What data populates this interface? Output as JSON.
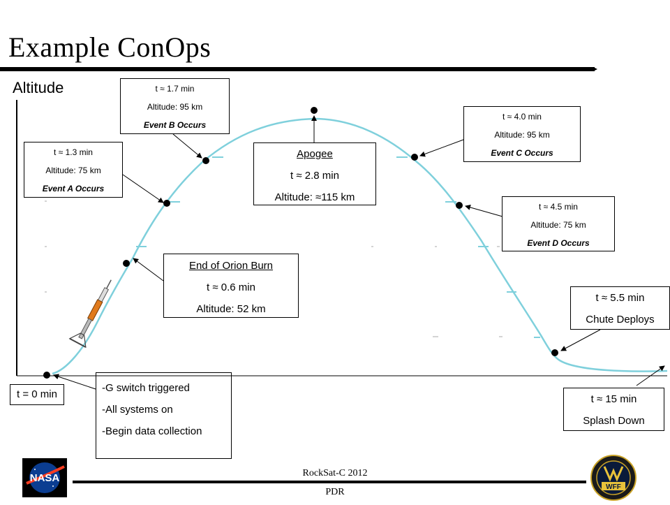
{
  "slide": {
    "title": "Example ConOps",
    "axis_label": "Altitude"
  },
  "events": {
    "launch": {
      "time": "t = 0 min"
    },
    "notes": {
      "lines": [
        "-G switch triggered",
        "-All systems on",
        "-Begin data collection"
      ]
    },
    "burnout": {
      "lines": [
        "End of Orion Burn",
        "t ≈ 0.6 min",
        "Altitude: 52 km"
      ]
    },
    "event_a": {
      "lines": [
        "t ≈ 1.3 min",
        "Altitude: 75 km",
        "Event A Occurs"
      ]
    },
    "event_b": {
      "lines": [
        "t ≈ 1.7 min",
        "Altitude: 95 km",
        "Event B Occurs"
      ]
    },
    "apogee": {
      "lines": [
        "Apogee",
        "t ≈ 2.8 min",
        "Altitude: ≈115 km"
      ]
    },
    "event_c": {
      "lines": [
        "t ≈ 4.0 min",
        "Altitude: 95 km",
        "Event C Occurs"
      ]
    },
    "event_d": {
      "lines": [
        "t ≈ 4.5 min",
        "Altitude: 75 km",
        "Event D Occurs"
      ]
    },
    "chute": {
      "lines": [
        "t ≈ 5.5 min",
        "Chute Deploys"
      ]
    },
    "splash": {
      "lines": [
        "t ≈ 15 min",
        "Splash Down"
      ]
    }
  },
  "footer": {
    "line1": "RockSat-C 2012",
    "line2": "PDR"
  },
  "logos": {
    "left": "NASA",
    "right": "WFF"
  },
  "colors": {
    "trajectory": "#7fd0dc",
    "rocket_body": "#e07a1c"
  }
}
